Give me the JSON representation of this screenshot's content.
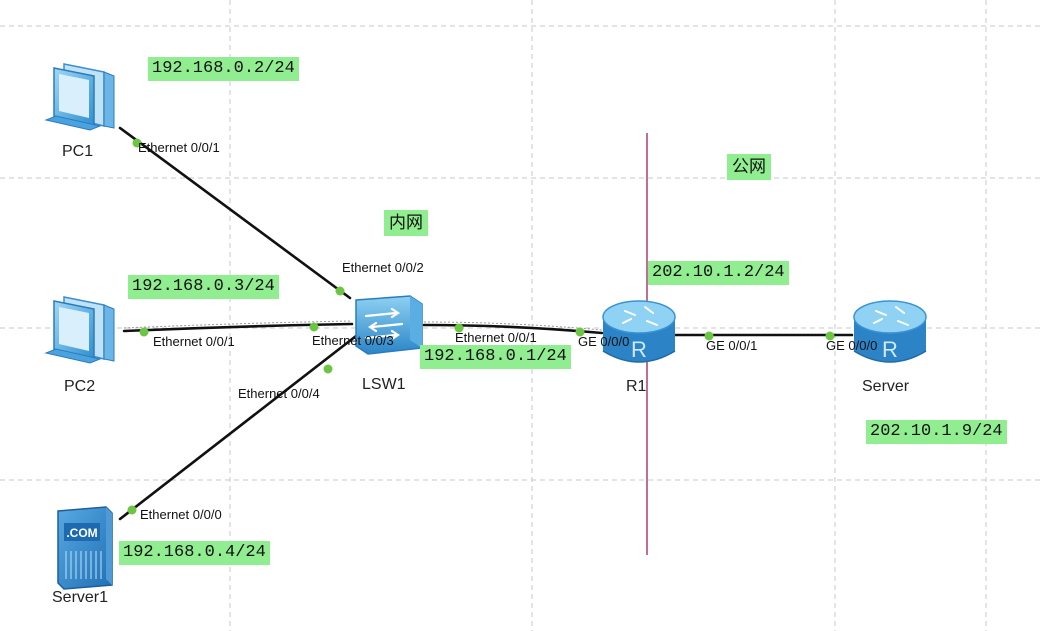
{
  "zones": {
    "private": "内网",
    "public": "公网"
  },
  "devices": {
    "pc1": {
      "name": "PC1",
      "ip": "192.168.0.2/24",
      "port": "Ethernet 0/0/1",
      "icon": "pc-icon"
    },
    "pc2": {
      "name": "PC2",
      "ip": "192.168.0.3/24",
      "port": "Ethernet 0/0/1",
      "icon": "pc-icon"
    },
    "server1": {
      "name": "Server1",
      "ip": "192.168.0.4/24",
      "port": "Ethernet 0/0/0",
      "icon": "web-server-icon"
    },
    "lsw1": {
      "name": "LSW1",
      "icon": "switch-icon",
      "ports": {
        "to_pc1": "Ethernet 0/0/2",
        "to_pc2": "Ethernet 0/0/3",
        "to_server1": "Ethernet 0/0/4",
        "to_r1": "Ethernet 0/0/1"
      }
    },
    "r1": {
      "name": "R1",
      "icon": "router-icon",
      "ip_inside": "192.168.0.1/24",
      "ip_outside": "202.10.1.2/24",
      "ports": {
        "inside": "GE 0/0/0",
        "outside": "GE 0/0/1"
      }
    },
    "server": {
      "name": "Server",
      "icon": "router-icon",
      "ip": "202.10.1.9/24",
      "port": "GE 0/0/0"
    }
  },
  "colors": {
    "link": "#111111",
    "port_dot": "#6cc644",
    "label_bg": "#90ee90",
    "boundary": "#a0205a",
    "grid": "#c8c8c8"
  }
}
